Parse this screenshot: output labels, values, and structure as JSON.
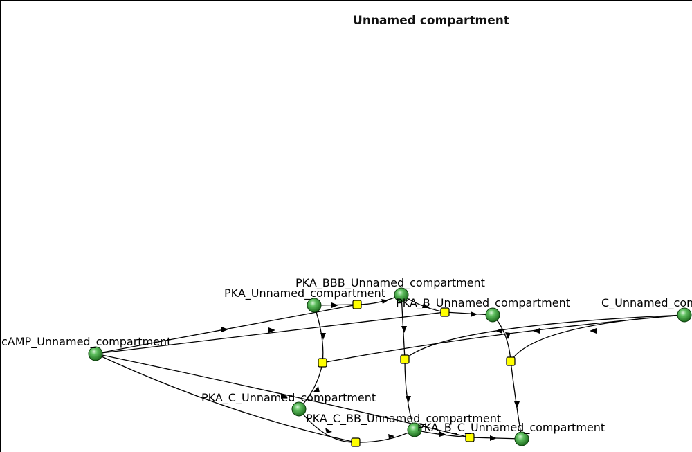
{
  "compartment": {
    "title": "Unnamed compartment"
  },
  "species": [
    {
      "id": "camp",
      "label": "cAMP_Unnamed_compartment"
    },
    {
      "id": "pka",
      "label": "PKA_Unnamed_compartment"
    },
    {
      "id": "pka_bbb",
      "label": "PKA_BBB_Unnamed_compartment"
    },
    {
      "id": "pka_b",
      "label": "PKA_B_Unnamed_compartment"
    },
    {
      "id": "c",
      "label": "C_Unnamed_compartment"
    },
    {
      "id": "pka_c",
      "label": "PKA_C_Unnamed_compartment"
    },
    {
      "id": "pka_c_bb",
      "label": "PKA_C_BB_Unnamed_compartment"
    },
    {
      "id": "pka_b_c",
      "label": "PKA_B_C_Unnamed_compartment"
    }
  ],
  "reactions": [
    {
      "id": "r1",
      "from": [
        "pka",
        "camp"
      ],
      "to": [
        "pka_bbb"
      ]
    },
    {
      "id": "r2",
      "from": [
        "pka_bbb",
        "camp"
      ],
      "to": [
        "pka_b"
      ]
    },
    {
      "id": "r3",
      "from": [
        "pka",
        "c"
      ],
      "to": [
        "pka_c"
      ]
    },
    {
      "id": "r4",
      "from": [
        "pka_bbb",
        "c"
      ],
      "to": [
        "pka_c_bb"
      ]
    },
    {
      "id": "r5",
      "from": [
        "pka_b",
        "c"
      ],
      "to": [
        "pka_b_c"
      ]
    },
    {
      "id": "r6",
      "from": [
        "pka_c",
        "camp"
      ],
      "to": [
        "pka_c_bb"
      ]
    },
    {
      "id": "r7",
      "from": [
        "pka_c_bb",
        "camp"
      ],
      "to": [
        "pka_b_c"
      ]
    }
  ],
  "colors": {
    "species_fill": "#2e8b2e",
    "reaction_fill": "#ffff00",
    "edge": "#000000"
  }
}
